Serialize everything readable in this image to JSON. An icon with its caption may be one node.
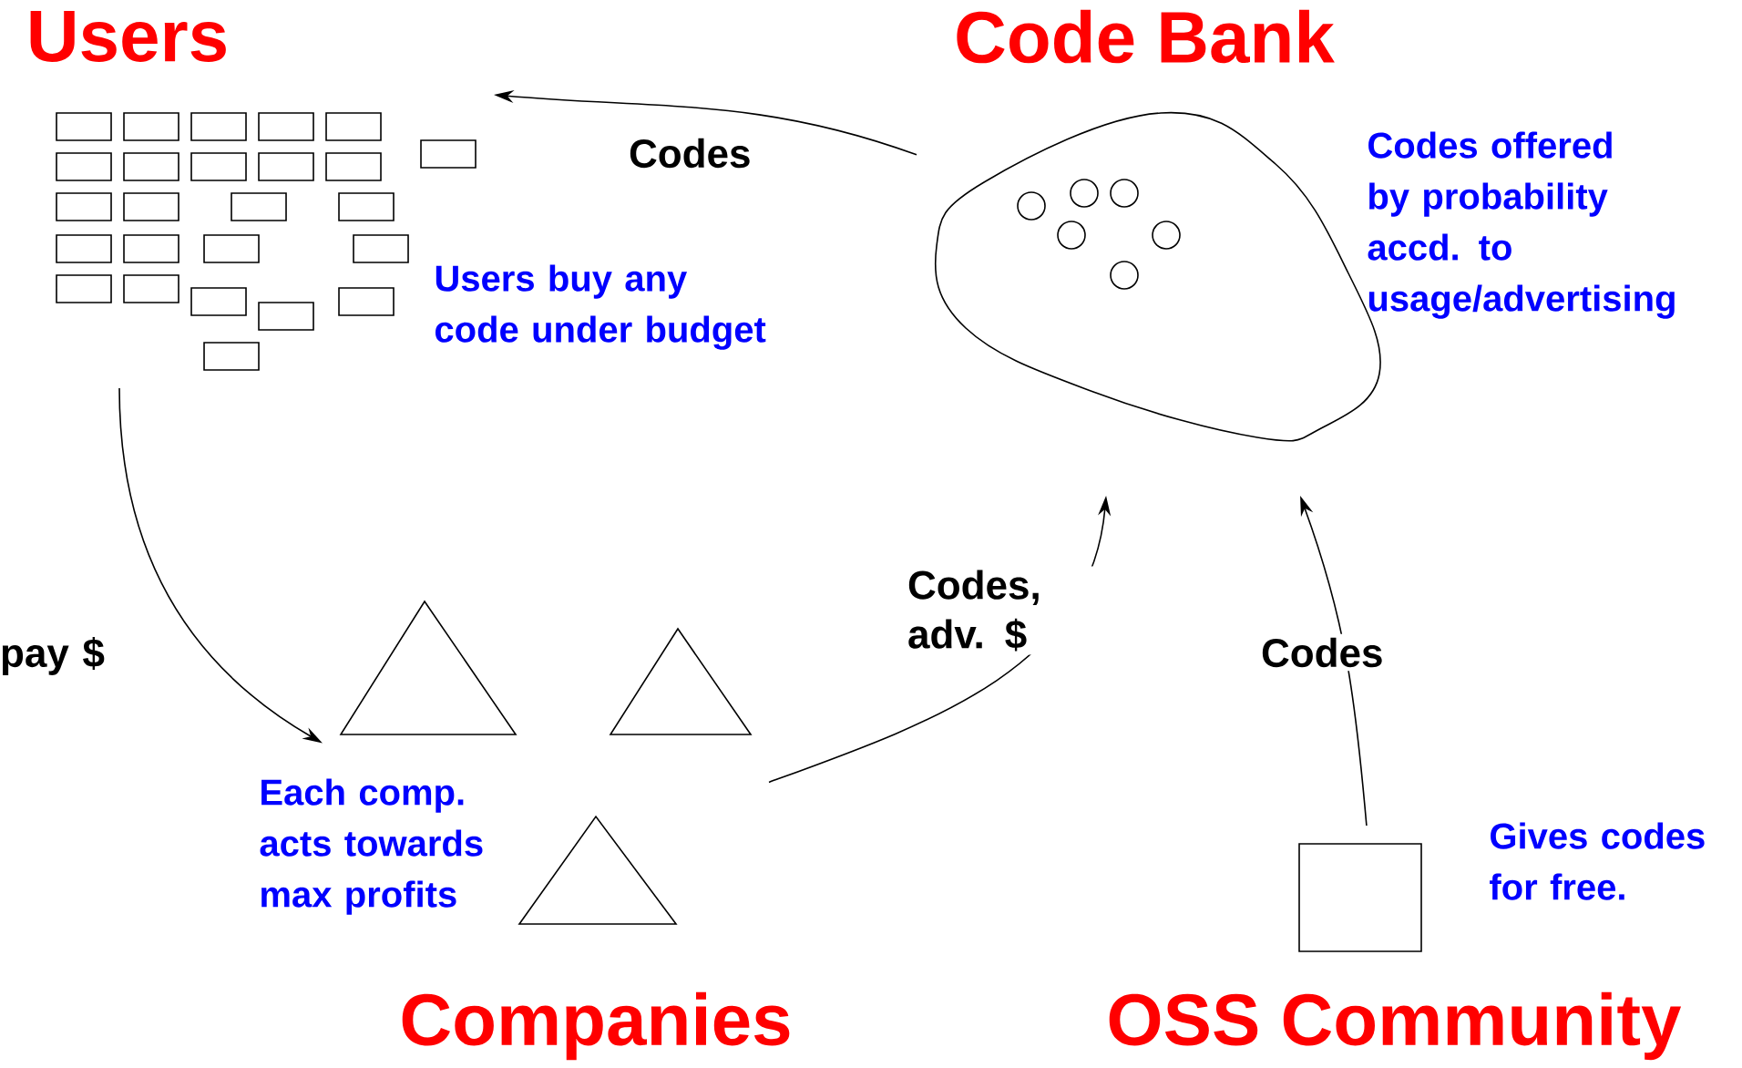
{
  "diagram": {
    "nodes": [
      {
        "text": [
          "Users",
          "Users buy any code under budget"
        ]
      },
      {
        "text": [
          "Code Bank",
          "Codes offered by probability accd. to usage/advertising"
        ]
      },
      {
        "text": [
          "Each comp. acts towards max profits",
          "Companies"
        ]
      },
      {
        "text": [
          "Gives codes for free.",
          "OSS Community"
        ]
      }
    ],
    "edges": [
      {
        "from": 0,
        "to": 2,
        "arrow": "to",
        "label": "pay $"
      },
      {
        "from": 2,
        "to": 1,
        "arrow": "to",
        "label": "Codes, adv. $"
      },
      {
        "from": 1,
        "to": 0,
        "arrow": "to",
        "label": "Codes"
      },
      {
        "from": 3,
        "to": 1,
        "arrow": "to",
        "label": "Codes"
      }
    ]
  }
}
